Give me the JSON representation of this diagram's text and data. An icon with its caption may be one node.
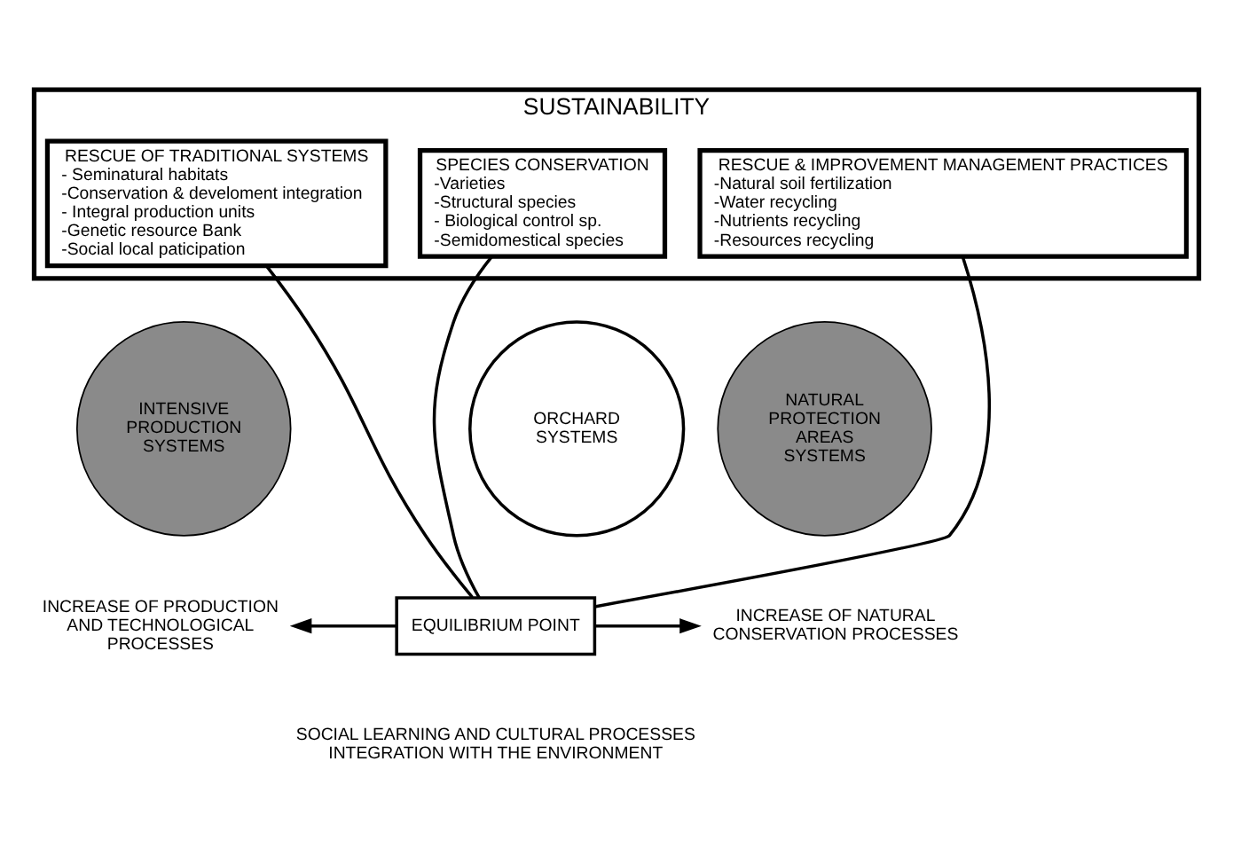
{
  "diagram": {
    "nodes": [
      {
        "text": [
          "SUSTAINABILITY"
        ]
      },
      {
        "text": [
          "RESCUE OF TRADITIONAL SYSTEMS",
          "- Seminatural habitats",
          "-Conservation & develoment integration",
          "- Integral production units",
          "-Genetic resource Bank",
          "-Social local paticipation"
        ],
        "in": 0
      },
      {
        "text": [
          "SPECIES CONSERVATION",
          "-Varieties",
          "-Structural species",
          "- Biological control sp.",
          "-Semidomestical species"
        ],
        "in": 0
      },
      {
        "text": [
          "RESCUE & IMPROVEMENT MANAGEMENT PRACTICES",
          "-Natural soil fertilization",
          "-Water recycling",
          "-Nutrients recycling",
          "-Resources recycling"
        ],
        "in": 0
      },
      {
        "text": [
          "INTENSIVE PRODUCTION SYSTEMS"
        ]
      },
      {
        "text": [
          "ORCHARD SYSTEMS"
        ]
      },
      {
        "text": [
          "NATURAL PROTECTION AREAS SYSTEMS"
        ]
      },
      {
        "text": [
          "EQUILIBRIUM POINT"
        ]
      },
      {
        "text": [
          "INCREASE OF PRODUCTION AND TECHNOLOGICAL PROCESSES"
        ]
      },
      {
        "text": [
          "INCREASE OF NATURAL CONSERVATION PROCESSES"
        ]
      }
    ],
    "edges": [
      {
        "from": 1,
        "to": 7,
        "arrow": "none"
      },
      {
        "from": 2,
        "to": 7,
        "arrow": "none"
      },
      {
        "from": 3,
        "to": 7,
        "arrow": "none"
      },
      {
        "from": 7,
        "to": 8,
        "arrow": "to"
      },
      {
        "from": 7,
        "to": 9,
        "arrow": "to"
      }
    ],
    "labels": [
      "SOCIAL LEARNING AND CULTURAL PROCESSES INTEGRATION WITH THE ENVIRONMENT"
    ]
  }
}
